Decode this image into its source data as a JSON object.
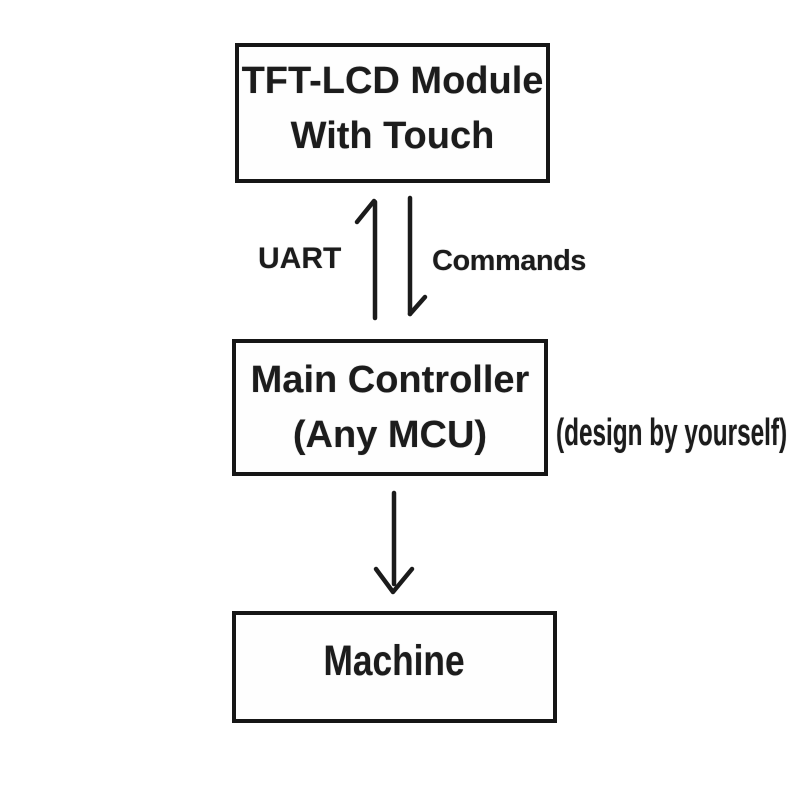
{
  "colors": {
    "ink": "#1a1a1a",
    "background": "#ffffff",
    "box_border": "#161616"
  },
  "nodes": {
    "tft": {
      "line1": "TFT-LCD Module",
      "line2": "With Touch"
    },
    "mcu": {
      "line1": "Main Controller",
      "line2": "(Any MCU)"
    },
    "machine": {
      "line1": "Machine"
    }
  },
  "labels": {
    "uart": "UART",
    "commands": "Commands",
    "annotation": "(design by yourself)"
  }
}
